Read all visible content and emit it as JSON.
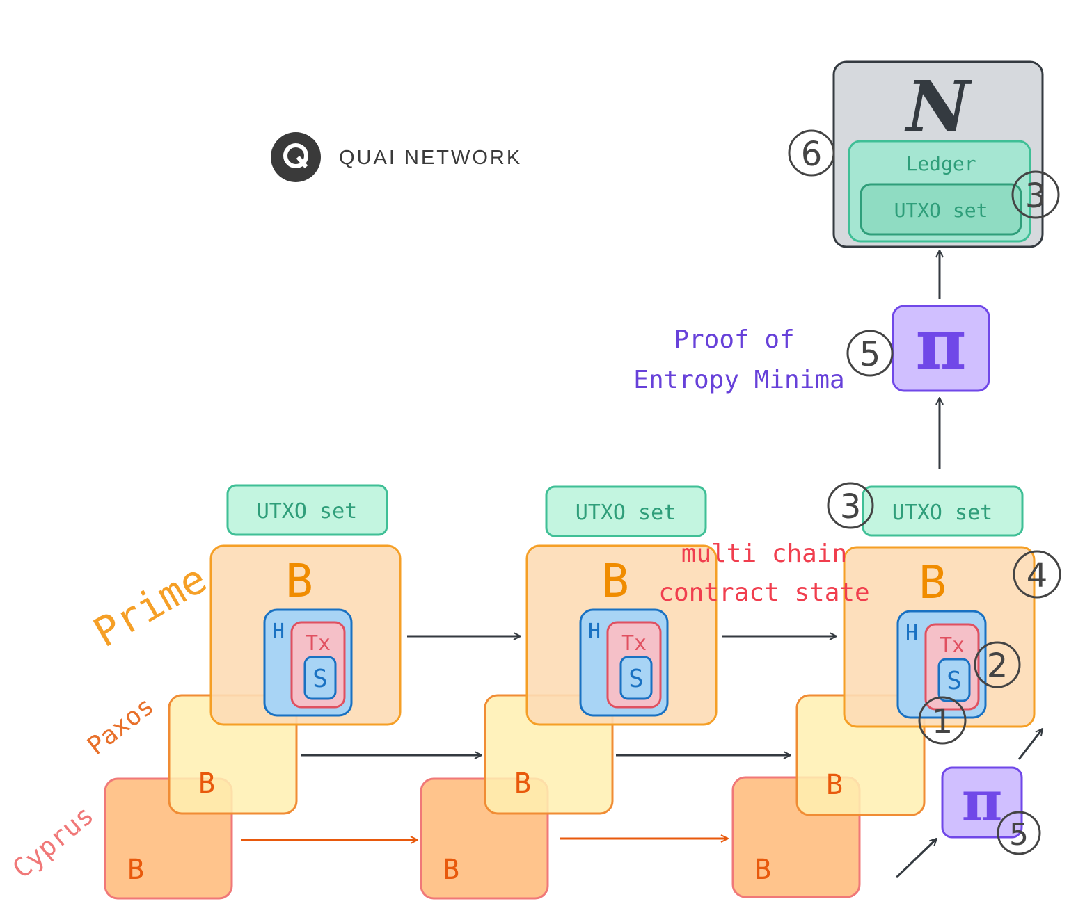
{
  "logo": {
    "text": "QUAI NETWORK",
    "icon": "quai-logo-icon"
  },
  "node": {
    "letter": "N",
    "ledger_label": "Ledger",
    "utxo_label": "UTXO set",
    "badge_node": "6",
    "badge_utxo": "3"
  },
  "proof": {
    "symbol": "π",
    "badge": "5",
    "label_line1": "Proof of",
    "label_line2": "Entropy Minima"
  },
  "annotation": {
    "line1": "multi chain",
    "line2": "contract state"
  },
  "chain_labels": {
    "prime": "Prime",
    "paxos": "Paxos",
    "cyprus": "Cyprus"
  },
  "columns": [
    {
      "utxo_label": "UTXO set",
      "prime_block": "B",
      "header": "H",
      "tx": "Tx",
      "state": "S",
      "paxos_block": "B",
      "cyprus_block": "B"
    },
    {
      "utxo_label": "UTXO set",
      "prime_block": "B",
      "header": "H",
      "tx": "Tx",
      "state": "S",
      "paxos_block": "B",
      "cyprus_block": "B"
    },
    {
      "utxo_label": "UTXO set",
      "prime_block": "B",
      "header": "H",
      "tx": "Tx",
      "state": "S",
      "paxos_block": "B",
      "cyprus_block": "B",
      "badge_utxo": "3",
      "badge_block": "4",
      "badge_tx": "2",
      "badge_state": "1"
    }
  ],
  "small_proof": {
    "symbol": "π",
    "badge": "5"
  },
  "colors": {
    "prime_fill": "#fddcb5",
    "prime_stroke": "#f59f26",
    "prime_text": "#f08c00",
    "paxos_fill": "#fff0b0",
    "paxos_stroke": "#f08c34",
    "cyprus_fill": "#ffc080",
    "cyprus_stroke": "#f07878",
    "utxo_fill": "#c3f5e0",
    "utxo_stroke": "#3fbf96",
    "utxo_text": "#2f9e7a",
    "header_fill": "#a8d4f5",
    "header_stroke": "#1971c2",
    "tx_fill": "#f5c0c8",
    "tx_stroke": "#e05060",
    "proof_fill": "#d0bfff",
    "proof_stroke": "#7048e8",
    "node_fill": "#d6d9dd",
    "node_stroke": "#343a40",
    "annotation_text": "#f03e4e",
    "proof_text": "#6741d9",
    "arrow_dark": "#343a40",
    "arrow_orange": "#e8590c"
  }
}
